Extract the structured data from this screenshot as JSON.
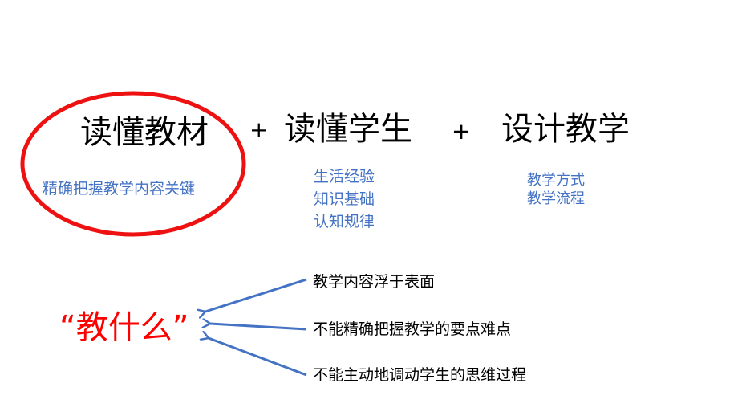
{
  "slide": {
    "pillars": [
      {
        "title": "读懂教材",
        "subtitle_lines": [
          "精确把握教学内容关键"
        ],
        "highlighted": true
      },
      {
        "title": "读懂学生",
        "subtitle_lines": [
          "生活经验",
          "知识基础",
          "认知规律"
        ]
      },
      {
        "title": "设计教学",
        "subtitle_lines": [
          "教学方式",
          "教学流程"
        ]
      }
    ],
    "operators": [
      "+",
      "+"
    ],
    "focus_label": "“教什么”",
    "issues": [
      "教学内容浮于表面",
      "不能精确把握教学的要点难点",
      "不能主动地调动学生的思维过程"
    ],
    "colors": {
      "highlight_ellipse": "#ee1111",
      "subtitle_text": "#4472c4",
      "arrow": "#4472c4",
      "focus_text": "#ff0000",
      "title_text": "#000000"
    }
  }
}
